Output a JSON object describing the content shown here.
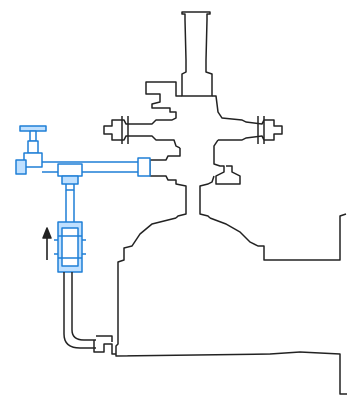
{
  "diagram": {
    "components": [
      "wellhead-assembly",
      "needle-valve",
      "tee-fitting",
      "flow-fitting",
      "return-line",
      "flow-direction-arrow"
    ],
    "colors": {
      "outline": "#222222",
      "highlight": "#1e7fd6",
      "highlight_light": "#bfe0ff",
      "background": "#ffffff"
    },
    "arrow": {
      "direction": "up"
    }
  }
}
